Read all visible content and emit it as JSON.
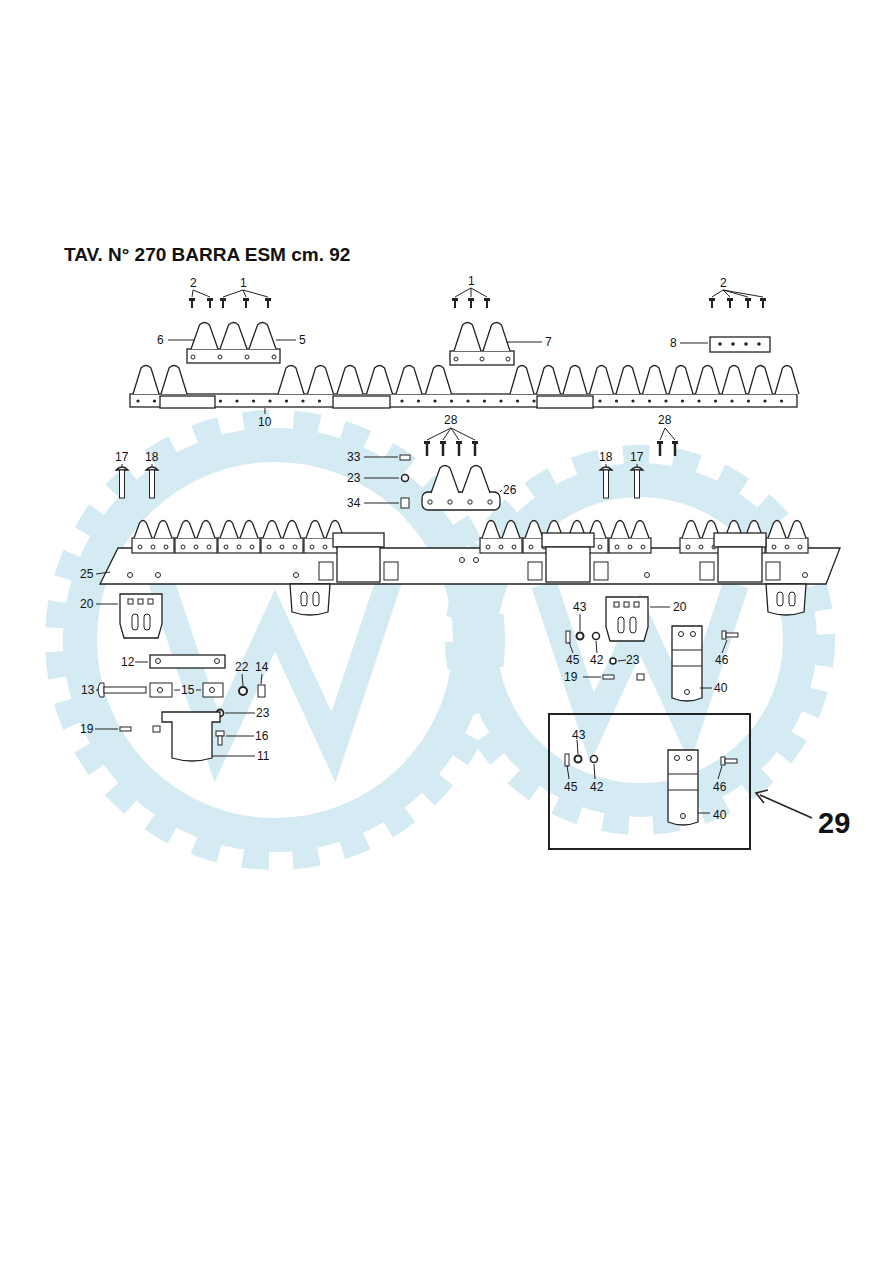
{
  "diagram": {
    "title": "TAV. N° 270 BARRA ESM cm. 92",
    "nodes": [
      {
        "text": [
          "43",
          "45",
          "42",
          "46",
          "40"
        ]
      }
    ],
    "labels": [
      "2",
      "1",
      "1",
      "2",
      "6",
      "5",
      "7",
      "8",
      "10",
      "28",
      "28",
      "17",
      "18",
      "33",
      "23",
      "26",
      "34",
      "18",
      "17",
      "25",
      "20",
      "20",
      "43",
      "45",
      "42",
      "23",
      "46",
      "19",
      "40",
      "12",
      "22",
      "14",
      "13",
      "15",
      "23",
      "19",
      "16",
      "11",
      "29"
    ]
  }
}
